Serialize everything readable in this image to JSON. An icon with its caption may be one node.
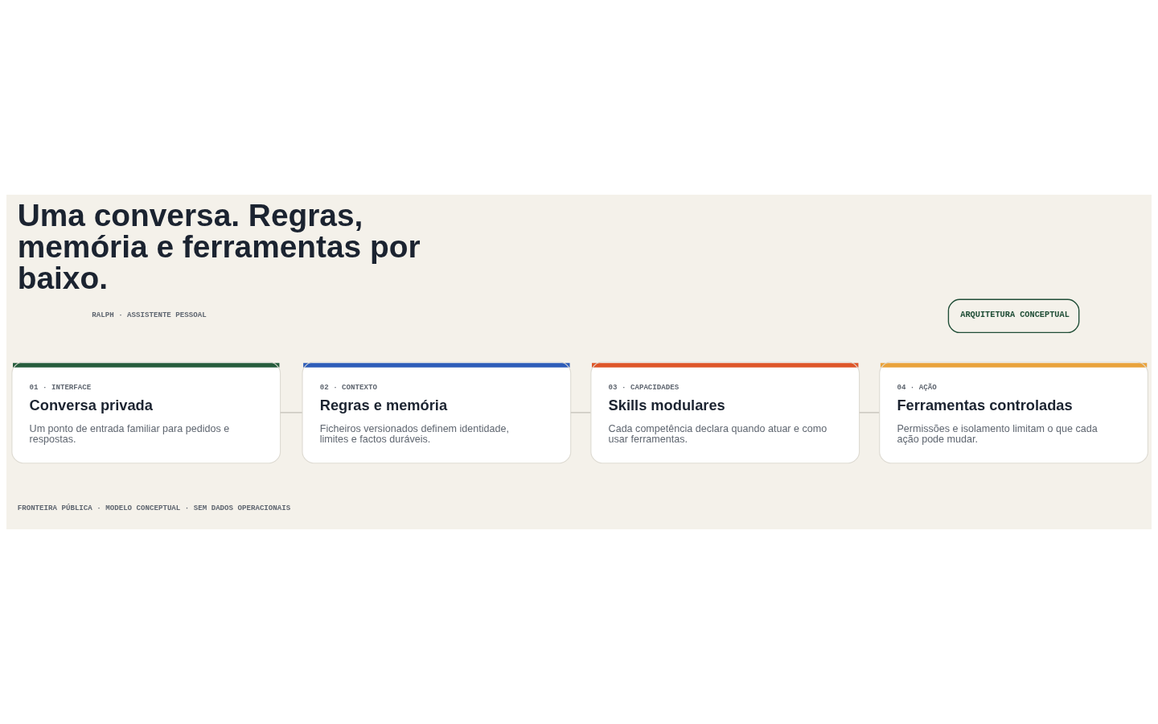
{
  "diagram": {
    "title": "Uma conversa. Regras, memória e ferramentas por baixo.",
    "nodes": [
      {
        "text": [
          "ARQUITETURA CONCEPTUAL"
        ]
      },
      {
        "text": [
          "01 · INTERFACE",
          "Conversa privada",
          "Um ponto de entrada familiar para pedidos e respostas."
        ]
      },
      {
        "text": [
          "02 · CONTEXTO",
          "Regras e memória",
          "Ficheiros versionados definem identidade, limites e factos duráveis."
        ]
      },
      {
        "text": [
          "03 · CAPACIDADES",
          "Skills modulares",
          "Cada competência declara quando atuar e como usar ferramentas."
        ]
      },
      {
        "text": [
          "04 · AÇÃO",
          "Ferramentas controladas",
          "Permissões e isolamento limitam o que cada ação pode mudar."
        ]
      }
    ],
    "edges": [
      {
        "from": 1,
        "to": 2,
        "arrow": "none"
      },
      {
        "from": 2,
        "to": 3,
        "arrow": "none"
      },
      {
        "from": 3,
        "to": 4,
        "arrow": "none"
      }
    ],
    "labels": [
      "RALPH · ASSISTENTE PESSOAL",
      "FRONTEIRA PÚBLICA · MODELO CONCEPTUAL · SEM DADOS OPERACIONAIS"
    ]
  }
}
